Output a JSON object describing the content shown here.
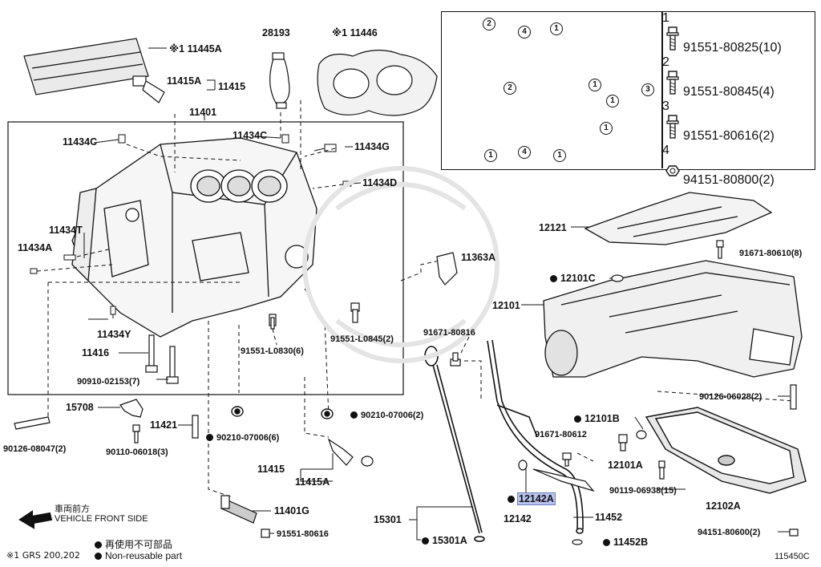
{
  "diagram_code": "115450C",
  "footnote": "※1 GRS 200,202",
  "legend": {
    "nonreusable_jp": "再使用不可部品",
    "nonreusable_en": "Non-reusable part",
    "front_jp": "車両前方",
    "front_en": "VEHICLE FRONT SIDE"
  },
  "labels": {
    "p11445A": "※1  11445A",
    "p28193": "28193",
    "p11446": "※1  11446",
    "p11415A_top": "11415A",
    "p11415_top": "11415",
    "p11401": "11401",
    "p11434C_l": "11434C",
    "p11434C_r": "11434C",
    "p11434G": "11434G",
    "p11434D": "11434D",
    "p11434T": "11434T",
    "p11434A": "11434A",
    "p11434Y": "11434Y",
    "p11416": "11416",
    "p90910": "90910-02153(7)",
    "p91551L0830": "91551-L0830(6)",
    "p91551L0845": "91551-L0845(2)",
    "p15708": "15708",
    "p11421": "11421",
    "p90210_6": "90210-07006(6)",
    "p90210_2": "90210-07006(2)",
    "p90126_08047": "90126-08047(2)",
    "p90110": "90110-06018(3)",
    "p11415_mid": "11415",
    "p11415A_mid": "11415A",
    "p11401G": "11401G",
    "p91551_80616": "91551-80616",
    "p15301": "15301",
    "p15301A": "15301A",
    "p91671_80816": "91671-80816",
    "p11363A": "11363A",
    "p12121": "12121",
    "p91671_80610": "91671-80610(8)",
    "p12101C": "12101C",
    "p12101": "12101",
    "p90126_06028": "90126-06028(2)",
    "p12101B": "12101B",
    "p91671_80612": "91671-80612",
    "p12101A": "12101A",
    "p90119": "90119-06938(15)",
    "p12102A": "12102A",
    "p12142A": "12142A",
    "p12142": "12142",
    "p11452": "11452",
    "p11452B": "11452B",
    "p94151_80600": "94151-80600(2)"
  },
  "bolt_table": [
    {
      "num": "1",
      "part": "91551-80825(10)",
      "icon": "bolt-icon"
    },
    {
      "num": "2",
      "part": "91551-80845(4)",
      "icon": "bolt-icon"
    },
    {
      "num": "3",
      "part": "91551-80616(2)",
      "icon": "bolt-icon"
    },
    {
      "num": "4",
      "part": "94151-80800(2)",
      "icon": "nut-icon"
    }
  ],
  "inset_callouts": [
    "2",
    "4",
    "1",
    "1",
    "2",
    "1",
    "3",
    "1",
    "1",
    "4",
    "1"
  ]
}
